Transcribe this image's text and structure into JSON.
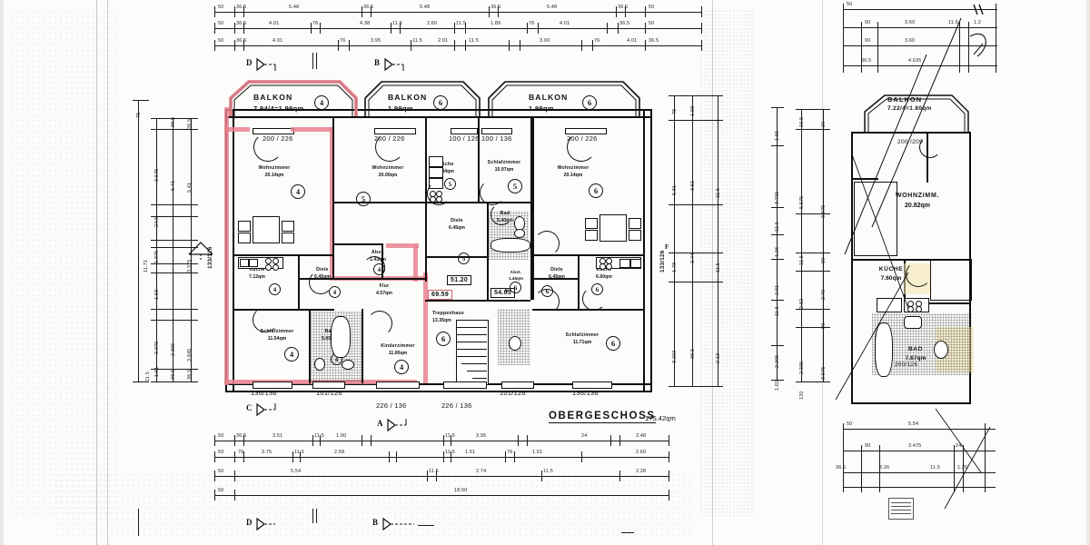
{
  "sheet": {
    "title": "OBERGESCHOSS",
    "title_area": "175.42qm",
    "paper_color": "#fcfcfa",
    "ink_color": "#111111",
    "highlight_color": "#e8828f"
  },
  "balconies": [
    {
      "name": "BALKON",
      "area": "7.94/4=1.99qm",
      "unit": "4"
    },
    {
      "name": "BALKON",
      "area": "1.99qm",
      "unit": "6"
    },
    {
      "name": "BALKON",
      "area": "1.99qm",
      "unit": "6"
    },
    {
      "name": "BALKON",
      "area": "7.22/4=1.80qm",
      "unit": ""
    }
  ],
  "rooms_left_unit": [
    {
      "name": "Wohnzimmer",
      "area": "20.14qm",
      "unit": "4"
    },
    {
      "name": "Küche",
      "area": "7.12qm",
      "unit": "4"
    },
    {
      "name": "Diele",
      "area": "6.45qm",
      "unit": "4"
    },
    {
      "name": "Abst.",
      "area": "1.43qm",
      "unit": "4"
    },
    {
      "name": "Flur",
      "area": "4.57qm",
      "unit": ""
    },
    {
      "name": "Schlafzimmer",
      "area": "11.54qm",
      "unit": "4"
    },
    {
      "name": "Bad",
      "area": "5.05qm",
      "unit": "4"
    },
    {
      "name": "Kinderzimmer",
      "area": "11.00qm",
      "unit": "4"
    }
  ],
  "rooms_mid_unit": [
    {
      "name": "Wohnzimmer",
      "area": "20.00qm",
      "unit": "5"
    },
    {
      "name": "Küche",
      "area": "6.04qm",
      "unit": "5"
    },
    {
      "name": "Schlafzimmer",
      "area": "10.97qm",
      "unit": "5"
    },
    {
      "name": "Diele",
      "area": "6.45qm",
      "unit": "5"
    },
    {
      "name": "Bad",
      "area": "5.40qm",
      "unit": ""
    },
    {
      "name": "Treppenhaus",
      "area": "13.35qm",
      "unit": ""
    }
  ],
  "rooms_right_unit": [
    {
      "name": "Wohnzimmer",
      "area": "20.14qm",
      "unit": "6"
    },
    {
      "name": "Küche",
      "area": "6.60qm",
      "unit": "6"
    },
    {
      "name": "Diele",
      "area": "6.45qm",
      "unit": "6"
    },
    {
      "name": "Schlafzimmer",
      "area": "11.71qm",
      "unit": "6"
    },
    {
      "name": "Abst.",
      "area": "1.46qm",
      "unit": "6"
    }
  ],
  "rooms_right_plan": [
    {
      "name": "WOHNZIMM.",
      "area": "20.82qm",
      "unit": ""
    },
    {
      "name": "KÜCHE",
      "area": "7.60qm",
      "unit": ""
    },
    {
      "name": "BAD",
      "area": "7.67qm",
      "unit": ""
    }
  ],
  "window_codes": {
    "top": [
      "200 / 226",
      "200 / 226",
      "100 / 126",
      "100 / 136",
      "200 / 226"
    ],
    "bottom": [
      "136/136",
      "101/126",
      "226 / 136",
      "226 / 136",
      "101/126",
      "136/136"
    ],
    "left_vertical": "133/126",
    "right_vertical": "133/126",
    "right_plan_top": "200 /209",
    "right_plan_bad": "200/126"
  },
  "core_numbers": {
    "n1": "51.20",
    "n2": "69.59",
    "n3": "54.03",
    "unit_left": "6",
    "unit_right": "6"
  },
  "section_marks": [
    {
      "label": "D",
      "pos": "top-left"
    },
    {
      "label": "B",
      "pos": "top-mid"
    },
    {
      "label": "C",
      "pos": "bottom-left"
    },
    {
      "label": "A",
      "pos": "bottom-mid"
    },
    {
      "label": "D",
      "pos": "bottom-far-left"
    },
    {
      "label": "B",
      "pos": "bottom-far-mid"
    }
  ],
  "dims_top_row1": [
    "50",
    "36.5",
    "5.48",
    "36.5",
    "5.48",
    "36.5",
    "5.48",
    "36.5",
    "50"
  ],
  "dims_top_row2": [
    "50",
    "36.5",
    "4.01",
    "76",
    "4.38",
    "11.5",
    "2.60",
    "11.5",
    "1.89",
    "76",
    "4.01",
    "36.5",
    "50"
  ],
  "dims_top_row3": [
    "50",
    "36.5",
    "4.01",
    "76",
    "3.95",
    "11.5",
    "2.01",
    "11.5",
    "3.00",
    "76",
    "4.01",
    "36.5",
    "50"
  ],
  "dims_left": [
    "75",
    "36.5",
    "5.41",
    "3.675",
    "24.5",
    "1.375",
    "1.375",
    "11.71",
    "1.58",
    "3.375",
    "1.51",
    "36.5",
    "11.5",
    "2.395",
    "1.895",
    "3.845",
    "36.5"
  ],
  "dims_right_inner": [
    "75",
    "1.98",
    "36.5",
    "3.51",
    "5.81",
    "11.5",
    "3.44",
    "1.78",
    "11.5",
    "2.13",
    "3.292",
    "36.5"
  ],
  "dims_right_chain": [
    "1.65",
    "3.725",
    "11.5",
    "1.26",
    "2.01",
    "11.5",
    "2.395",
    "1.65"
  ],
  "dims_far_right": [
    "16.5",
    "20",
    "3.675",
    "5.575",
    "90",
    "11.5",
    "2.82",
    "2.70",
    "90",
    "2.395",
    "3.575",
    "120",
    "36.5"
  ],
  "dims_bottom_row1": [
    "50",
    "36.5",
    "3.51",
    "11.5",
    "1.00",
    "11.5",
    "3.95",
    "24",
    "3.48"
  ],
  "dims_bottom_row2": [
    "50",
    "76",
    "3.75",
    "11.5",
    "2.58",
    "11.5",
    "1.51",
    "76",
    "1.51",
    "2.60"
  ],
  "dims_bottom_row3": [
    "50",
    "5.54",
    "11.5",
    "2.74",
    "11.5",
    "2.28"
  ],
  "dims_bottom_row4": [
    "50",
    "18.50"
  ],
  "dims_rightplan_top": [
    "50",
    "90",
    "3.60",
    "11.5",
    "1.2",
    "90",
    "3.60",
    "36.5",
    "4.635"
  ],
  "dims_rightplan_bottom": [
    "50",
    "5.54",
    "90",
    "3.475",
    "24",
    "36.5",
    "3.26",
    "11.5",
    "1.26"
  ]
}
